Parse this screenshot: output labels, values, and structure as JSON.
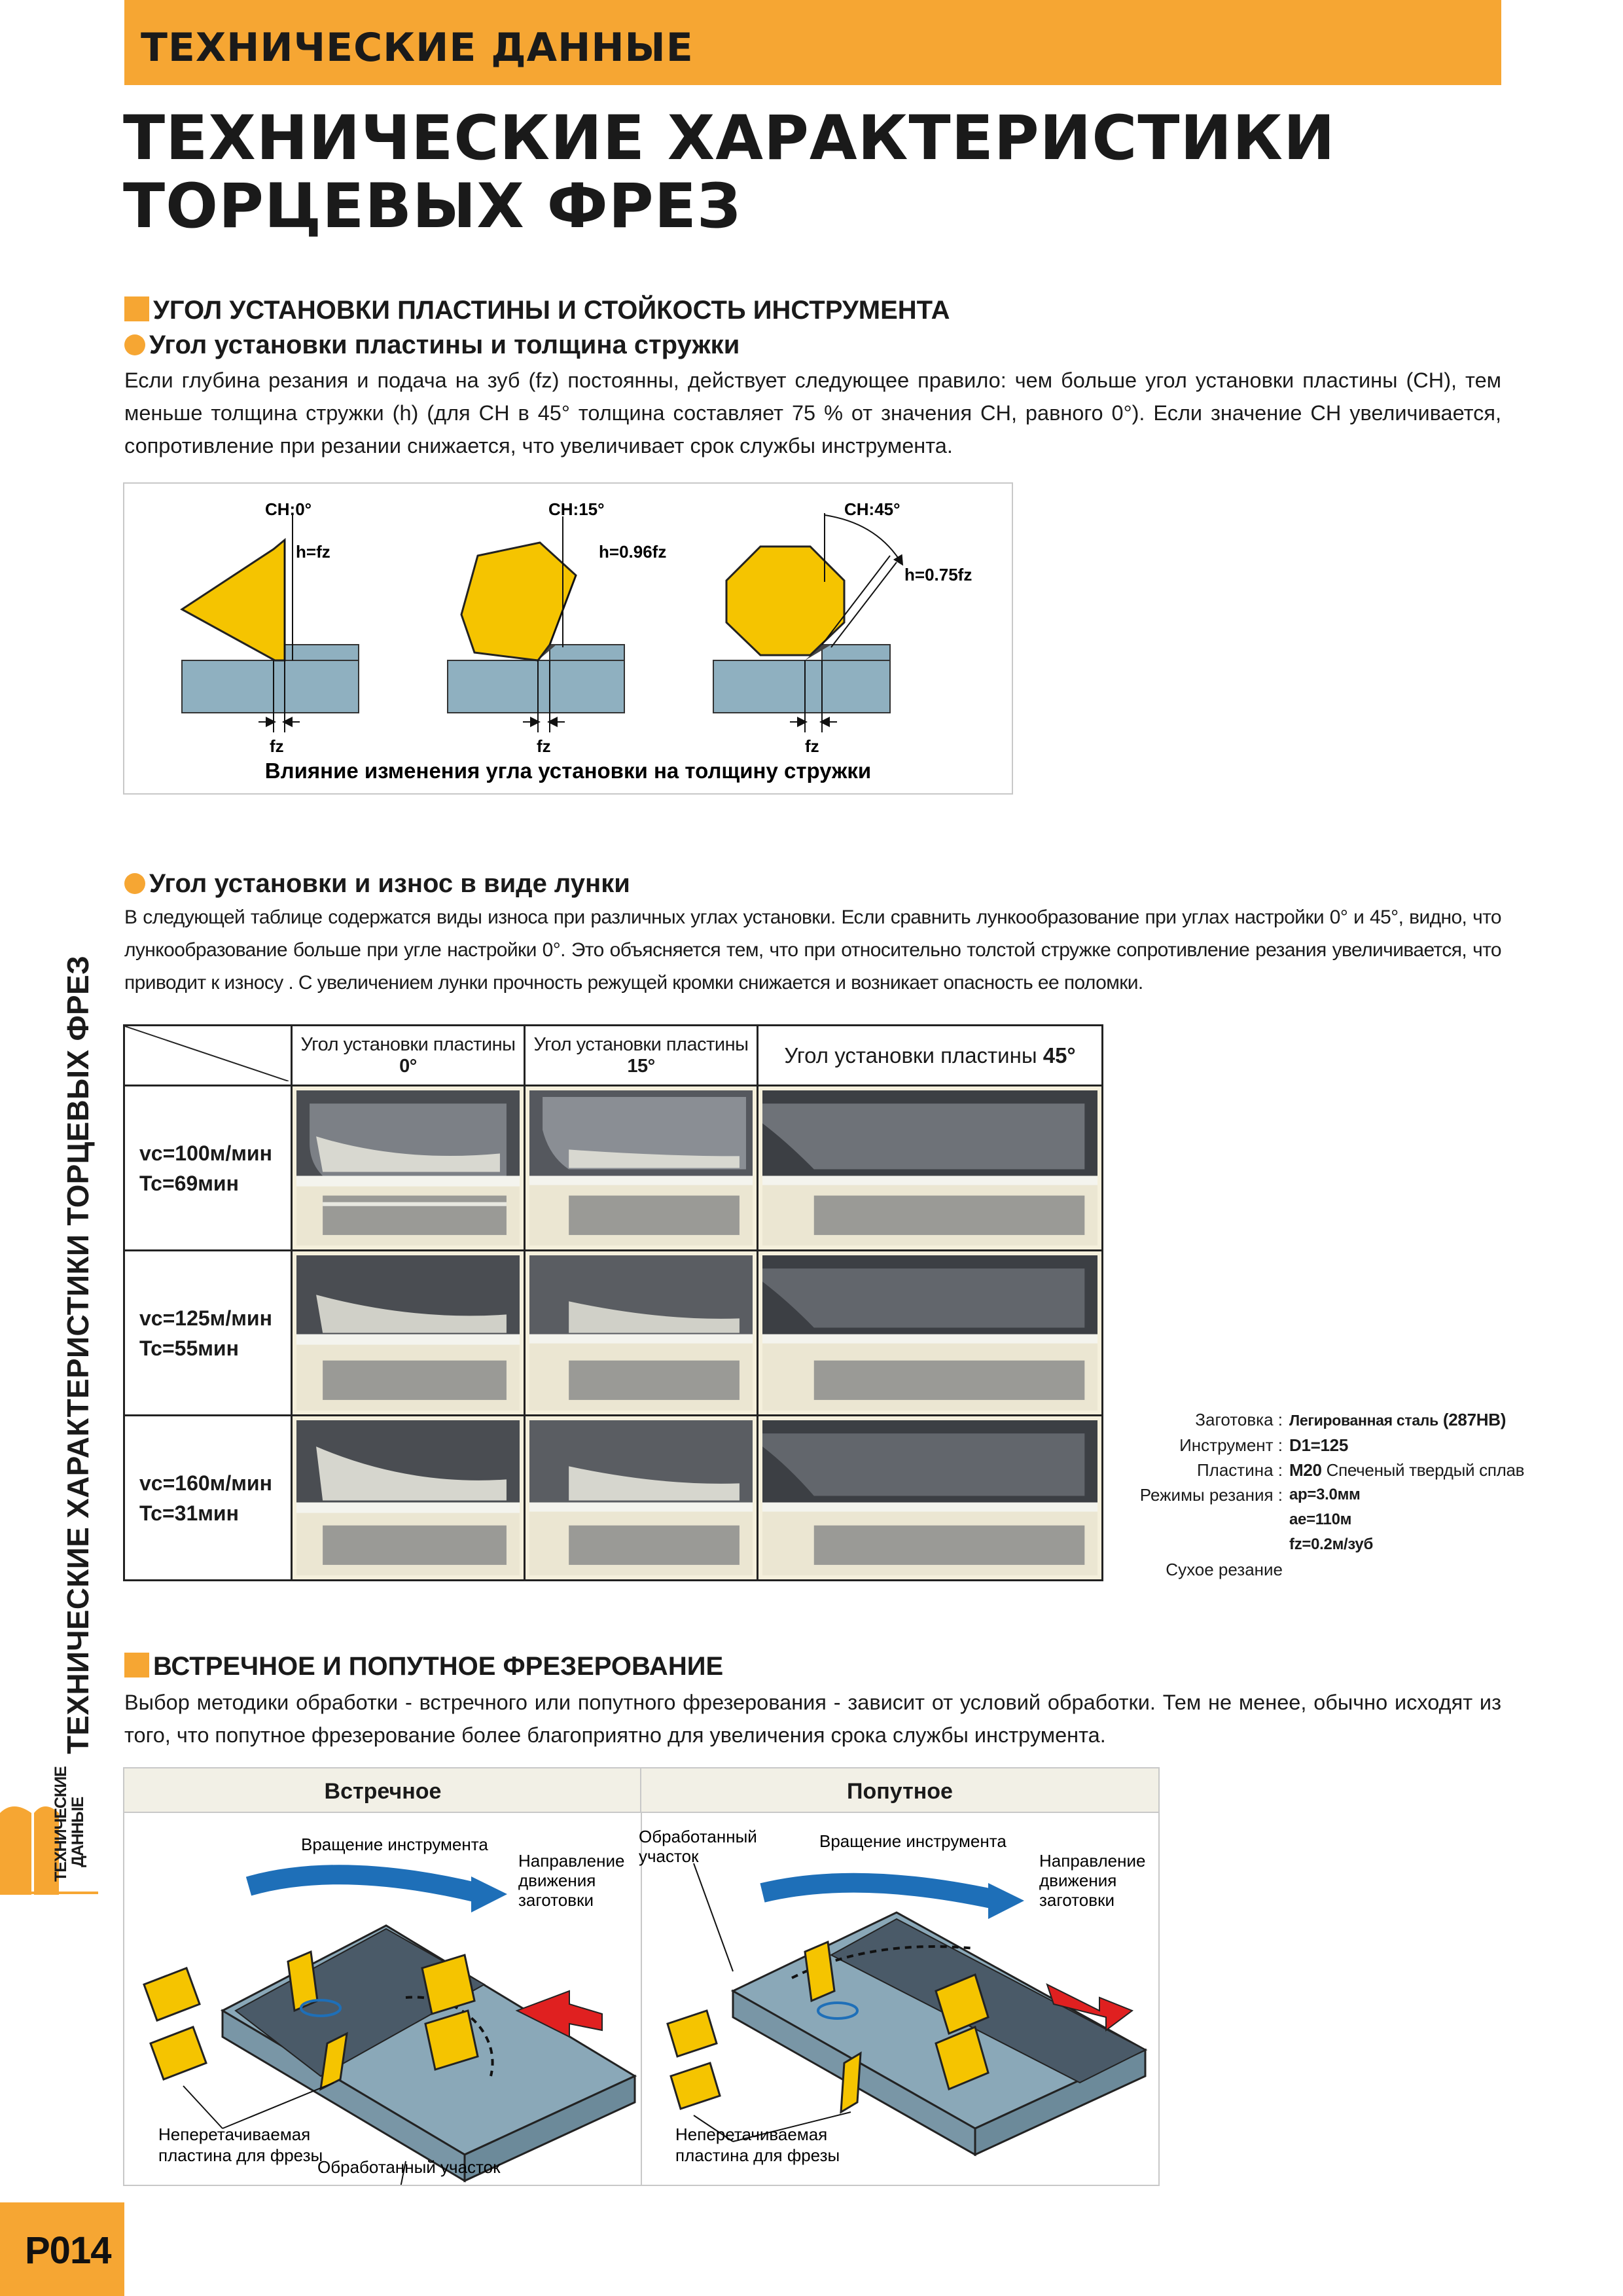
{
  "header": {
    "band_text": "ТЕХНИЧЕСКИЕ ДАННЫЕ",
    "title_line1": "ТЕХНИЧЕСКИЕ ХАРАКТЕРИСТИКИ",
    "title_line2": "ТОРЦЕВЫХ ФРЕЗ"
  },
  "side": {
    "vertical_title": "ТЕХНИЧЕСКИЕ ХАРАКТЕРИСТИКИ ТОРЦЕВЫХ ФРЕЗ",
    "tab_line1": "ТЕХНИЧЕСКИЕ",
    "tab_line2": "ДАННЫЕ",
    "page_number": "P014"
  },
  "section1": {
    "heading": "УГОЛ УСТАНОВКИ ПЛАСТИНЫ И СТОЙКОСТЬ ИНСТРУМЕНТА",
    "sub1": "Угол установки пластины и толщина стружки",
    "para1": "Если глубина резания и подача на зуб (fz) постоянны, действует следующее правило: чем больше угол установки пластины (CH), тем меньше толщина стружки (h) (для CH в 45° толщина составляет 75 % от значения CH, равного 0°). Если значение CH увеличивается, сопротивление при резании снижается, что увеличивает срок службы инструмента.",
    "diagram": {
      "ch0": "CH:0°",
      "ch15": "CH:15°",
      "ch45": "CH:45°",
      "h0": "h=fz",
      "h15": "h=0.96fz",
      "h45": "h=0.75fz",
      "fz": "fz",
      "caption": "Влияние изменения угла установки на толщину стружки"
    }
  },
  "section2": {
    "sub2": "Угол установки и износ в виде лунки",
    "para2": "В следующей таблице содержатся виды износа при различных углах установки. Если сравнить лункообразование при углах настройки 0° и 45°, видно, что лункообразование больше при угле настройки 0°. Это объясняется тем, что при относительно толстой стружке сопротивление резания увеличивается, что приводит к износу . С увеличением лунки прочность режущей кромки снижается и возникает опасность ее поломки.",
    "table": {
      "headers": [
        {
          "text": "Угол установки пластины ",
          "angle": "0°"
        },
        {
          "text": "Угол установки пластины ",
          "angle": "15°"
        },
        {
          "text": "Угол установки пластины ",
          "angle": "45°"
        }
      ],
      "rows": [
        {
          "vc": "vc=100м/мин",
          "tc": "Tc=69мин"
        },
        {
          "vc": "vc=125м/мин",
          "tc": "Tc=55мин"
        },
        {
          "vc": "vc=160м/мин",
          "tc": "Tc=31мин"
        }
      ]
    },
    "conditions": {
      "workpiece_label": "Заготовка :",
      "workpiece_value": "Легированная сталь",
      "workpiece_hb": "(287HB)",
      "tool_label": "Инструмент :",
      "tool_value": "D1=125",
      "insert_label": "Пластина :",
      "insert_grade": "M20",
      "insert_value": " Спеченый твердый сплав",
      "modes_label": "Режимы резания :",
      "ap": "ap=3.0мм",
      "ae": "ae=110м",
      "fz": "fz=0.2м/зуб",
      "dry": "Сухое резание"
    }
  },
  "section3": {
    "heading": "ВСТРЕЧНОЕ И ПОПУТНОЕ ФРЕЗЕРОВАНИЕ",
    "para3": "Выбор методики обработки - встречного или попутного фрезерования - зависит от условий обработки. Тем не менее, обычно исходят из того, что попутное фрезерование более благоприятно для увеличения срока службы инструмента.",
    "left": {
      "title": "Встречное",
      "rotation": "Вращение инструмента",
      "feed1": "Направление",
      "feed2": "движения",
      "feed3": "заготовки",
      "insert1": "Неперетачиваемая",
      "insert2": "пластина для фрезы",
      "machined": "Обработанный участок"
    },
    "right": {
      "title": "Попутное",
      "machined1": "Обработанный",
      "machined2": "участок",
      "rotation": "Вращение инструмента",
      "feed1": "Направление",
      "feed2": "движения",
      "feed3": "заготовки",
      "insert1": "Неперетачиваемая",
      "insert2": "пластина для фрезы"
    }
  }
}
